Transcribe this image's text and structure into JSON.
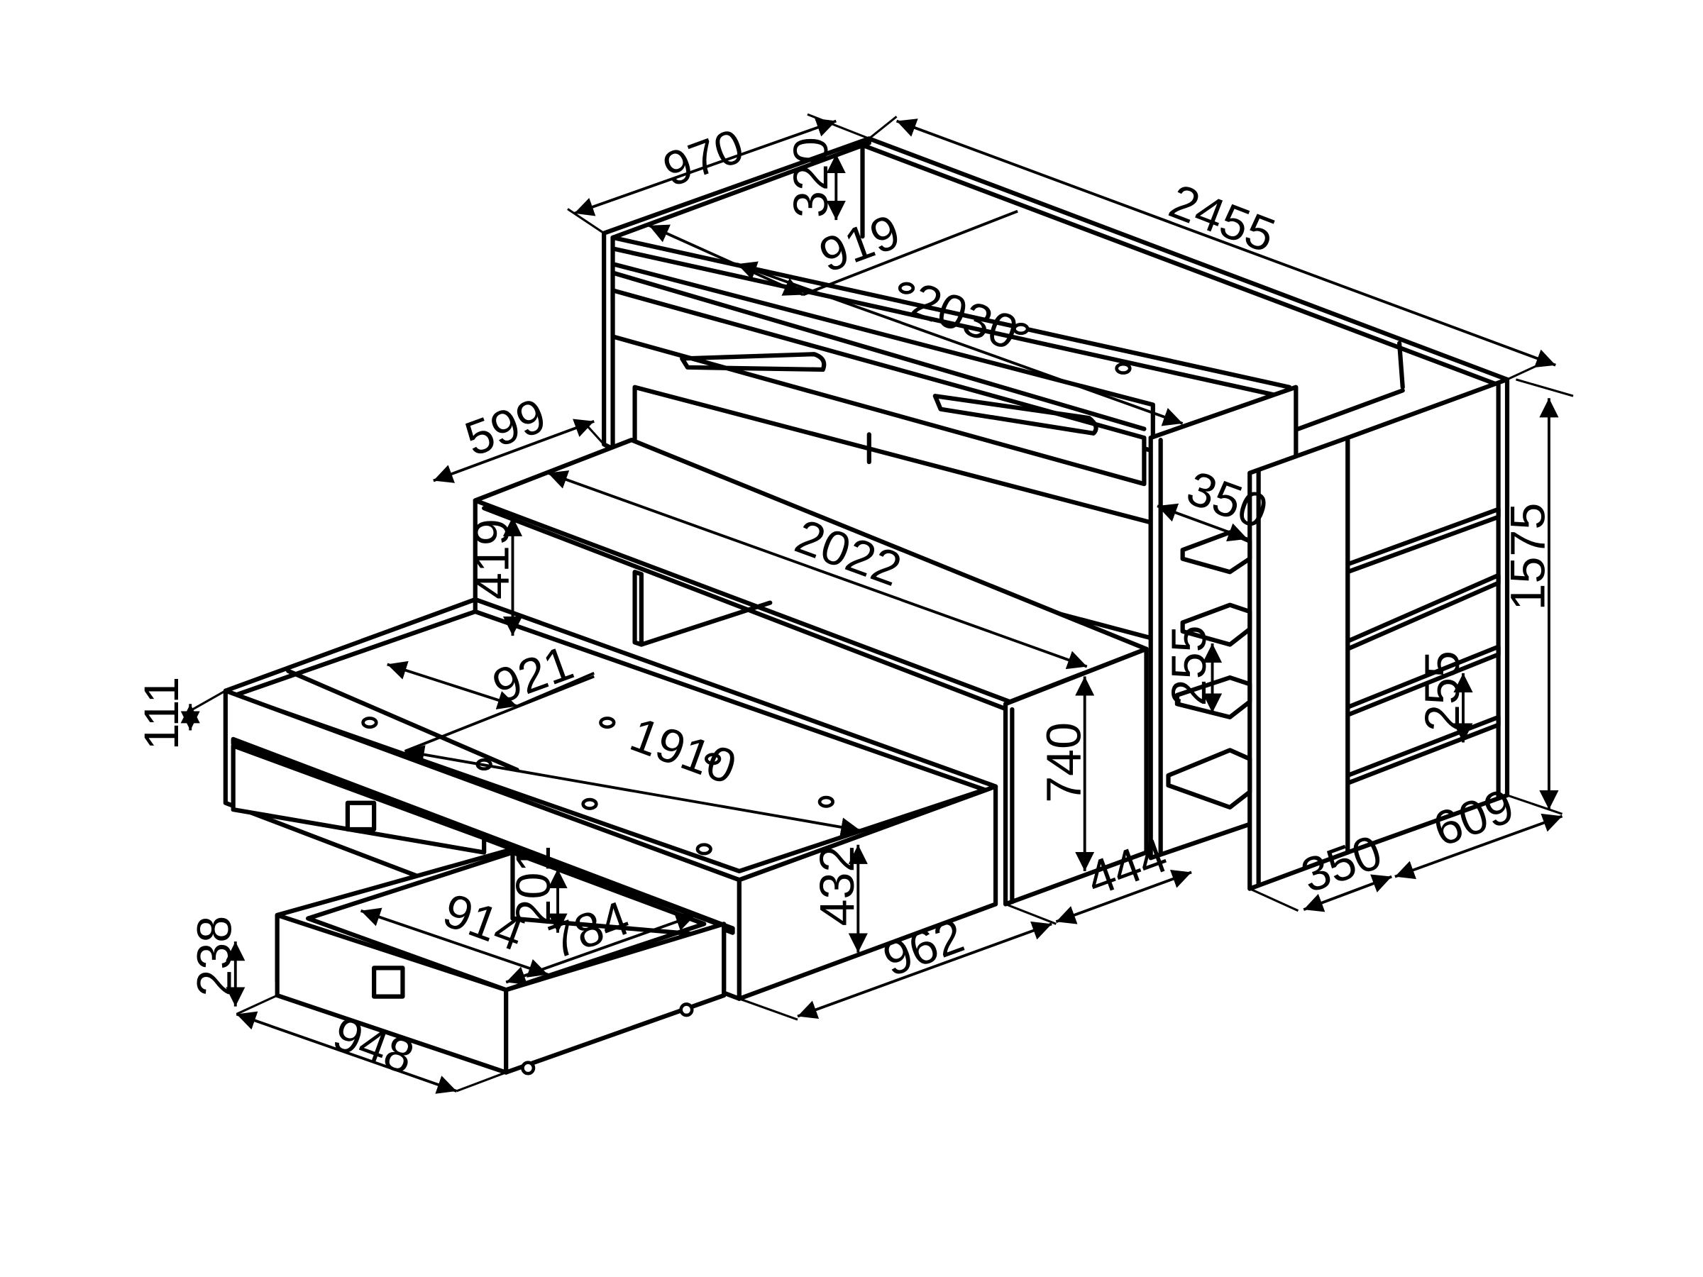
{
  "diagram": {
    "line_color": "#000000",
    "background": "#ffffff",
    "dimensions": {
      "top_depth": "970",
      "top_length": "2455",
      "top_rail_height": "320",
      "top_inner_width": "919",
      "top_mattress_length": "2030",
      "desk_depth": "599",
      "desk_length": "2022",
      "desk_clearance": "419",
      "shelf_depth_upper": "350",
      "total_height": "1575",
      "shelf_spacing_left": "255",
      "shelf_spacing_right": "255",
      "shelf_unit_depth": "609",
      "shelf_unit_width": "350",
      "desk_height": "740",
      "desk_base_depth": "444",
      "trundle_inner_width": "921",
      "trundle_length": "1910",
      "trundle_rail": "111",
      "trundle_height": "432",
      "trundle_width": "962",
      "drawer_inner_height": "201",
      "drawer_inner_width": "914",
      "drawer_inner_depth": "784",
      "drawer_height": "238",
      "drawer_width": "948"
    }
  }
}
